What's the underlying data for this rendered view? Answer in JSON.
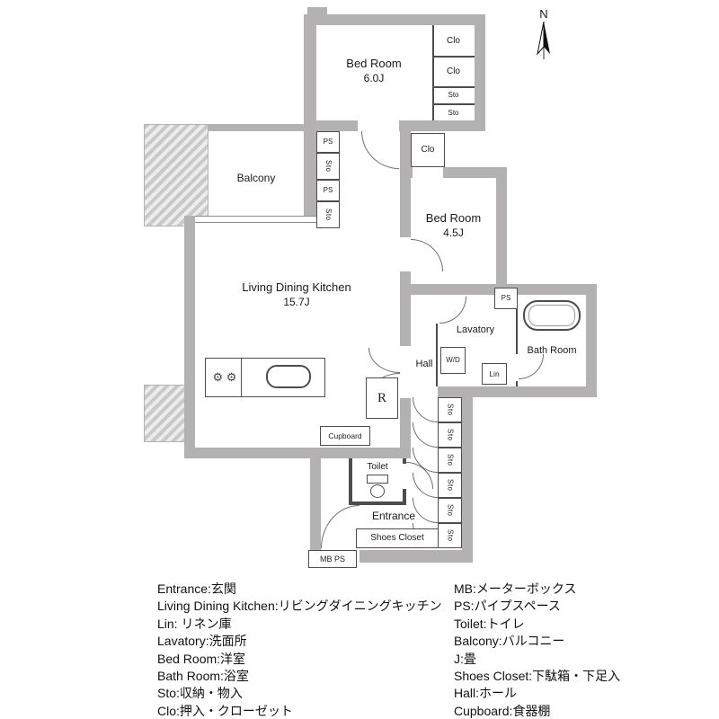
{
  "compass": {
    "north_label": "N"
  },
  "rooms": {
    "bedroom_6": {
      "name": "Bed Room",
      "size": "6.0J"
    },
    "bedroom_45": {
      "name": "Bed Room",
      "size": "4.5J"
    },
    "ldk": {
      "name": "Living Dining Kitchen",
      "size": "15.7J"
    },
    "balcony": {
      "name": "Balcony"
    },
    "lavatory": {
      "name": "Lavatory"
    },
    "bathroom": {
      "name": "Bath Room"
    },
    "hall": {
      "name": "Hall"
    },
    "toilet": {
      "name": "Toilet"
    },
    "entrance": {
      "name": "Entrance"
    },
    "shoes_closet": {
      "name": "Shoes Closet"
    }
  },
  "fixtures": {
    "ps": "PS",
    "sto": "Sto",
    "clo": "Clo",
    "wd": "W/D",
    "lin": "Lin",
    "refrigerator": "R",
    "cupboard": "Cupboard",
    "mb_ps": "MB PS"
  },
  "icons": {
    "stove_burners": "⚙ ⚙"
  },
  "legend": {
    "left": [
      "Entrance:玄関",
      "Living Dining Kitchen:リビングダイニングキッチン",
      "Lin: リネン庫",
      "Lavatory:洗面所",
      "Bed Room:洋室",
      "Bath Room:浴室",
      "Sto:収納・物入",
      "Clo:押入・クローゼット"
    ],
    "right": [
      "MB:メーターボックス",
      "PS:パイプスペース",
      "Toilet:トイレ",
      "Balcony:バルコニー",
      "J:畳",
      "Shoes Closet:下駄箱・下足入",
      "Hall:ホール",
      "Cupboard:食器棚"
    ]
  },
  "colors": {
    "wall": "#b3b1b1",
    "line": "#4d4d4d",
    "text": "#1a1a1a"
  }
}
